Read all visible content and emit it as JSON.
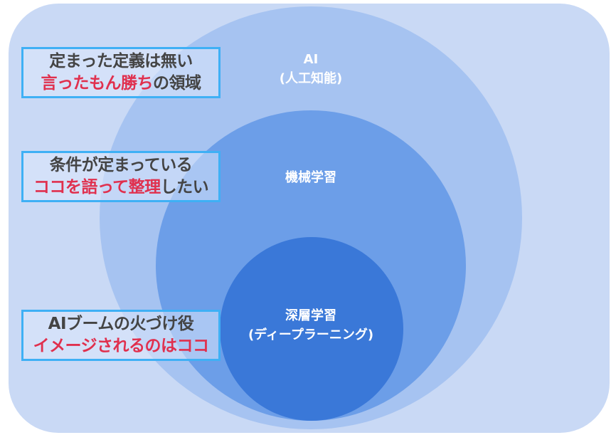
{
  "colors": {
    "outer": "#c9d9f5",
    "ai": "#a6c3f1",
    "ml": "#6c9ee8",
    "dl": "#3a78d8",
    "box_border": "#3fb0f5",
    "highlight": "#e0304e",
    "text": "#444444"
  },
  "circles": {
    "ai": {
      "title": "AI",
      "subtitle": "(人工知能)"
    },
    "ml": {
      "title": "機械学習"
    },
    "dl": {
      "title": "深層学習",
      "subtitle": "(ディープラーニング)"
    }
  },
  "notes": [
    {
      "line1": "定まった定義は無い",
      "line2_red": "言ったもん勝ち",
      "line2_rest": "の領域"
    },
    {
      "line1": "条件が定まっている",
      "line2_red": "ココを語って整理",
      "line2_rest": "したい"
    },
    {
      "line1": "AIブームの火づけ役",
      "line2_red": "イメージされるのはココ",
      "line2_rest": ""
    }
  ]
}
